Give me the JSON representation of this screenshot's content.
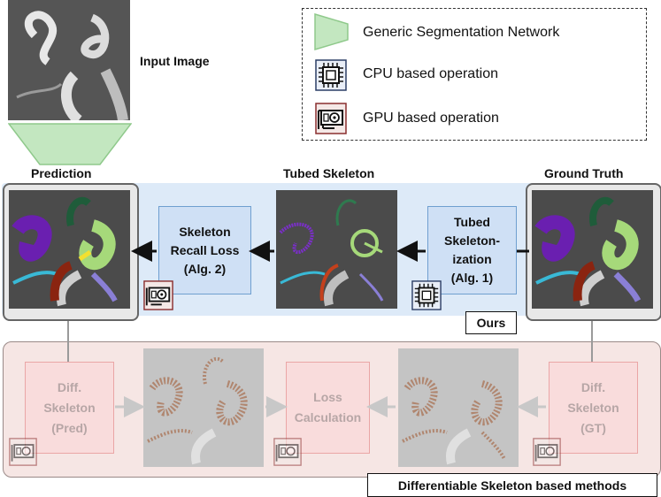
{
  "legend": {
    "network": "Generic Segmentation Network",
    "cpu": "CPU based operation",
    "gpu": "GPU based operation"
  },
  "input_label": "Input Image",
  "ours": {
    "prediction_title": "Prediction",
    "tubed_skeleton_title": "Tubed Skeleton",
    "ground_truth_title": "Ground Truth",
    "recall_box": [
      "Skeleton",
      "Recall Loss",
      "(Alg. 2)"
    ],
    "tubed_box": [
      "Tubed",
      "Skeleton-",
      "ization",
      "(Alg. 1)"
    ],
    "badge": "Ours"
  },
  "baseline": {
    "diff_pred": [
      "Diff.",
      "Skeleton",
      "(Pred)"
    ],
    "loss_calc": [
      "Loss",
      "Calculation"
    ],
    "diff_gt": [
      "Diff.",
      "Skeleton",
      "(GT)"
    ],
    "badge": "Differentiable Skeleton based methods"
  },
  "colors": {
    "ours_panel": "#ddeaf8",
    "baseline_panel": "#f6e6e4",
    "blue_box": "#cfe0f5",
    "blue_border": "#6f9fd0",
    "pink_box": "#f9dcdc",
    "pink_border": "#eaa6a6",
    "trapezoid": "#c3e7c0"
  }
}
